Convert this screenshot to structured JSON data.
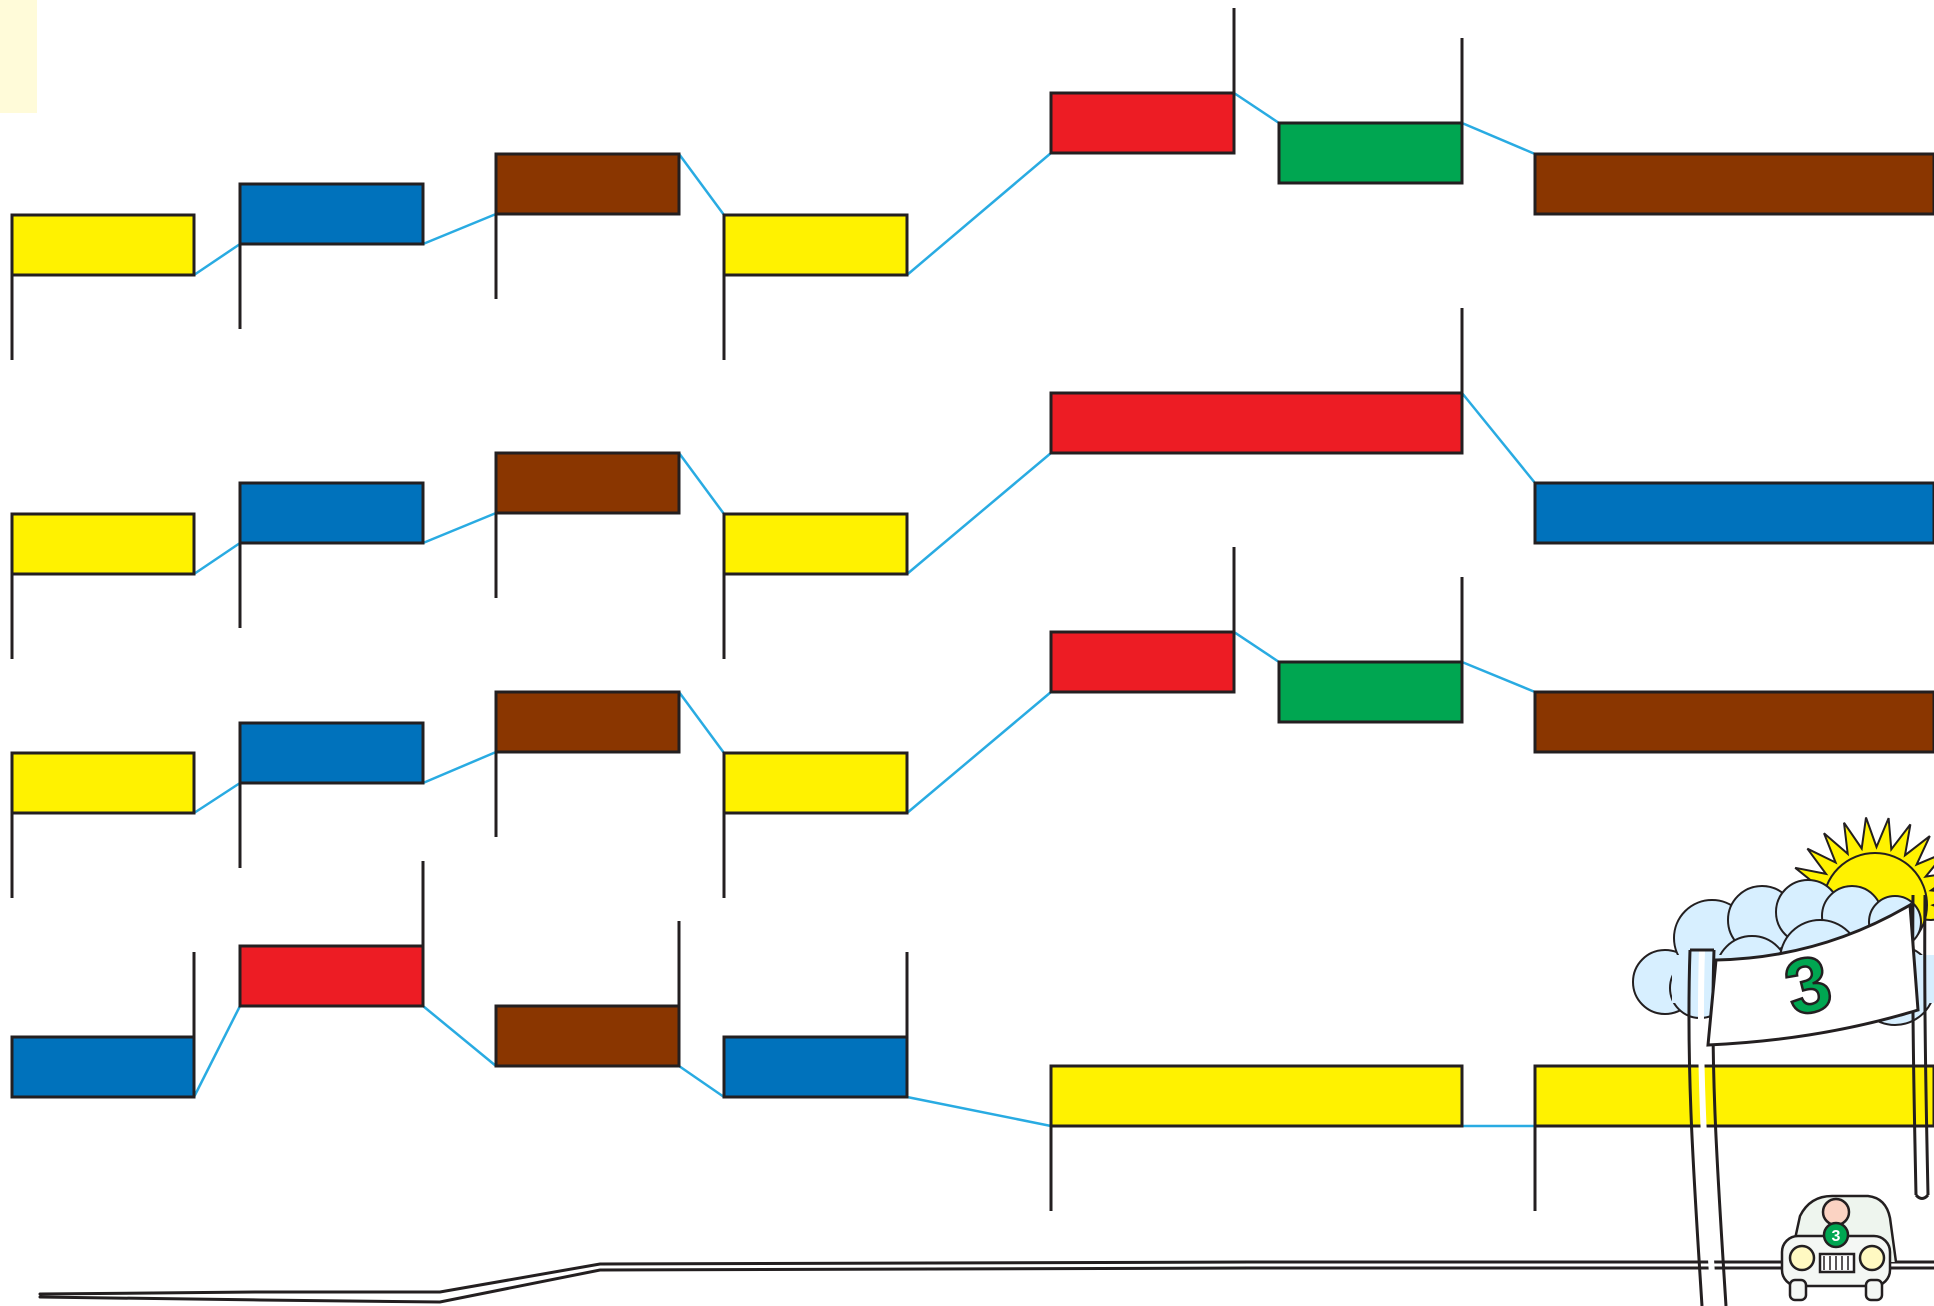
{
  "palette": {
    "yellow": "#fff200",
    "blue": "#0072bc",
    "brown": "#8a3600",
    "red": "#ed1c24",
    "green": "#00a651",
    "connector": "#29abe2",
    "outline": "#231f20",
    "page": "#ffffff",
    "corner_tab": "#fffbd9",
    "sun": "#fff200",
    "cloud": "#d7efff",
    "banner_number_color": "#00a651"
  },
  "puzzle": {
    "rows": [
      {
        "id": "row-1",
        "blocks": [
          {
            "color": "yellow",
            "pole": "left-down"
          },
          {
            "color": "blue",
            "pole": "left-down"
          },
          {
            "color": "brown",
            "pole": "left-down"
          },
          {
            "color": "yellow",
            "pole": "left-down"
          },
          {
            "color": "red",
            "pole": "right-up"
          },
          {
            "color": "green",
            "pole": "right-up"
          },
          {
            "color": "brown",
            "pole": "none"
          }
        ]
      },
      {
        "id": "row-2",
        "blocks": [
          {
            "color": "yellow",
            "pole": "left-down"
          },
          {
            "color": "blue",
            "pole": "left-down"
          },
          {
            "color": "brown",
            "pole": "left-down"
          },
          {
            "color": "yellow",
            "pole": "left-down"
          },
          {
            "color": "red",
            "pole": "right-up"
          },
          {
            "color": "blue",
            "pole": "none"
          }
        ]
      },
      {
        "id": "row-3",
        "blocks": [
          {
            "color": "yellow",
            "pole": "left-down"
          },
          {
            "color": "blue",
            "pole": "left-down"
          },
          {
            "color": "brown",
            "pole": "left-down"
          },
          {
            "color": "yellow",
            "pole": "left-down"
          },
          {
            "color": "red",
            "pole": "right-up"
          },
          {
            "color": "green",
            "pole": "right-up"
          },
          {
            "color": "brown",
            "pole": "none"
          }
        ]
      },
      {
        "id": "row-4",
        "blocks": [
          {
            "color": "blue",
            "pole": "right-up"
          },
          {
            "color": "red",
            "pole": "right-up"
          },
          {
            "color": "brown",
            "pole": "right-up"
          },
          {
            "color": "blue",
            "pole": "right-up"
          },
          {
            "color": "yellow",
            "pole": "left-down"
          },
          {
            "color": "yellow",
            "pole": "left-down"
          }
        ]
      }
    ]
  },
  "finish_banner": {
    "number": "3"
  },
  "car": {
    "number": "3"
  },
  "icons": [
    "sun-icon",
    "cloud-icon",
    "finish-banner-icon",
    "race-car-icon",
    "road-icon"
  ]
}
